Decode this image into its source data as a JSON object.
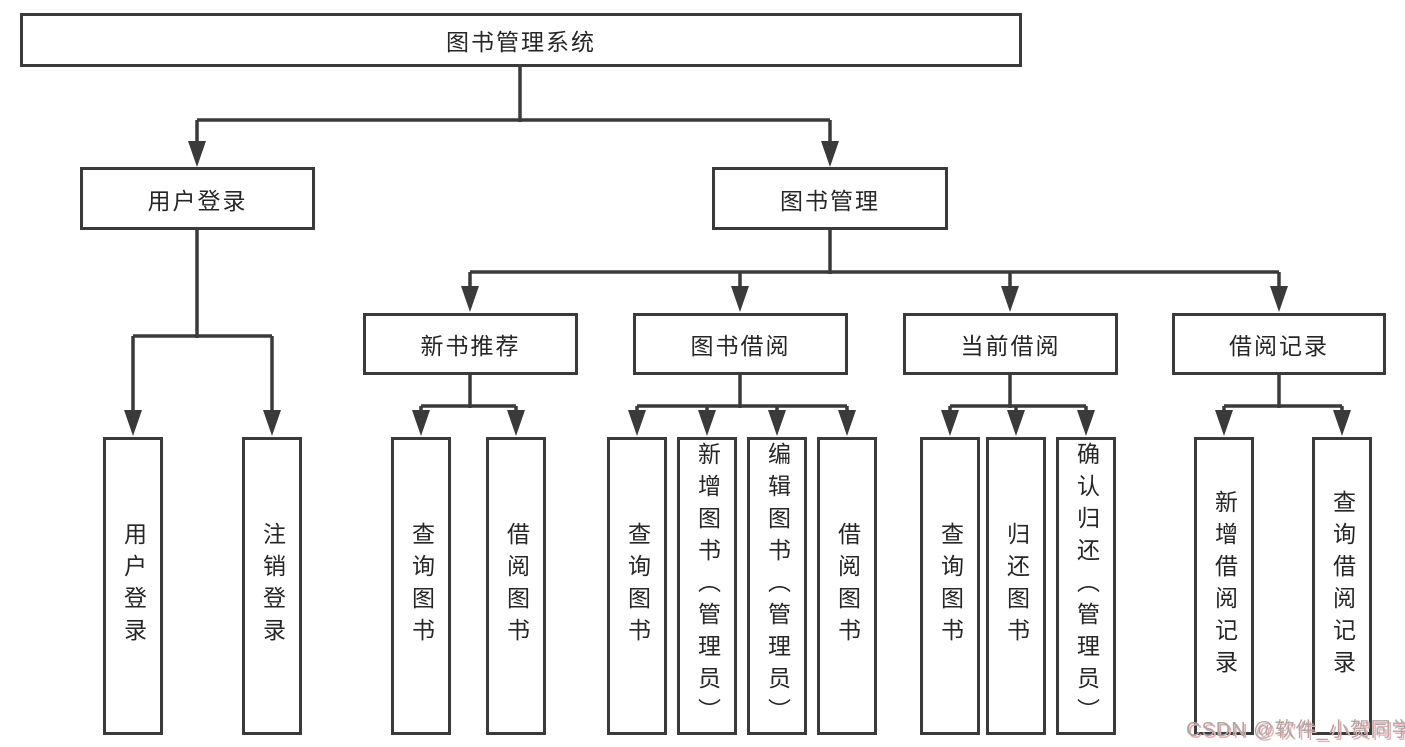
{
  "title": "图书管理系统",
  "watermark": {
    "text": "CSDN @软件_小贺同学"
  },
  "colors": {
    "background": "#ffffff",
    "line": "#3a3a3a",
    "box_border": "#3a3a3a",
    "text": "#262626",
    "watermark_text": "#a8a8a8",
    "watermark_shadow": "#efa9a9"
  },
  "tree": {
    "root": {
      "label": "图书管理系统",
      "children": [
        {
          "label": "用户登录",
          "children": [
            {
              "label": "用户登录"
            },
            {
              "label": "注销登录"
            }
          ]
        },
        {
          "label": "图书管理",
          "children": [
            {
              "label": "新书推荐",
              "children": [
                {
                  "label": "查询图书"
                },
                {
                  "label": "借阅图书"
                }
              ]
            },
            {
              "label": "图书借阅",
              "children": [
                {
                  "label": "查询图书"
                },
                {
                  "label": "新增图书（管理员）"
                },
                {
                  "label": "编辑图书（管理员）"
                },
                {
                  "label": "借阅图书"
                }
              ]
            },
            {
              "label": "当前借阅",
              "children": [
                {
                  "label": "查询图书"
                },
                {
                  "label": "归还图书"
                },
                {
                  "label": "确认归还（管理员）"
                }
              ]
            },
            {
              "label": "借阅记录",
              "children": [
                {
                  "label": "新增借阅记录"
                },
                {
                  "label": "查询借阅记录"
                }
              ]
            }
          ]
        }
      ]
    }
  }
}
